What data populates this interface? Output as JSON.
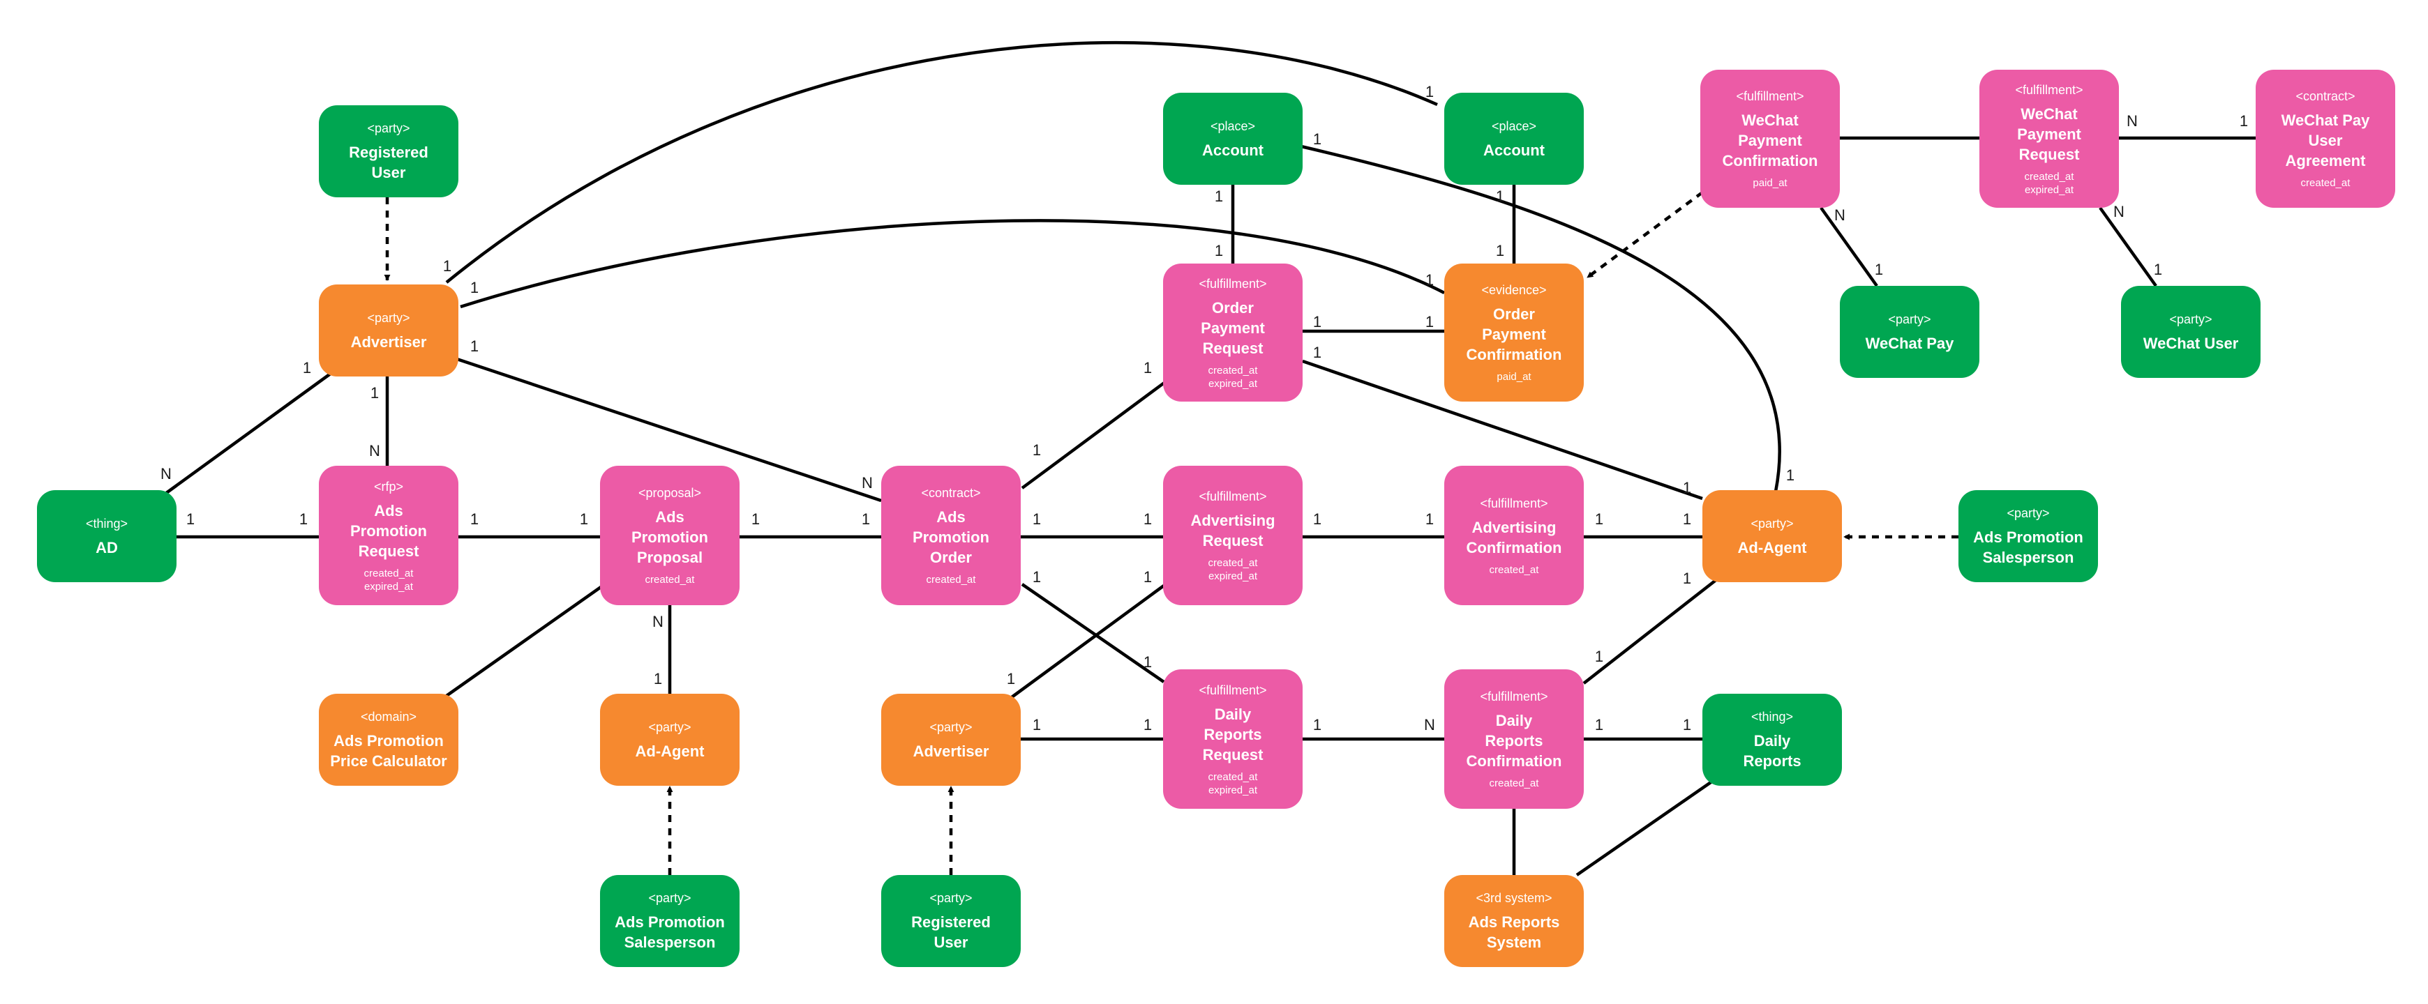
{
  "colors": {
    "green": "#00a651",
    "orange": "#f6892f",
    "pink": "#ec5ba6",
    "line": "#000000"
  },
  "nodes": {
    "registered_user_top": {
      "color": "green",
      "tag": "<party>",
      "title": "Registered\nUser",
      "attrs": ""
    },
    "advertiser_top": {
      "color": "orange",
      "tag": "<party>",
      "title": "Advertiser",
      "attrs": ""
    },
    "ad": {
      "color": "green",
      "tag": "<thing>",
      "title": "AD",
      "attrs": ""
    },
    "ads_promotion_request": {
      "color": "pink",
      "tag": "<rfp>",
      "title": "Ads\nPromotion\nRequest",
      "attrs": "created_at\nexpired_at"
    },
    "ads_promotion_proposal": {
      "color": "pink",
      "tag": "<proposal>",
      "title": "Ads\nPromotion\nProposal",
      "attrs": "created_at"
    },
    "ads_promotion_order": {
      "color": "pink",
      "tag": "<contract>",
      "title": "Ads\nPromotion\nOrder",
      "attrs": "created_at"
    },
    "price_calculator": {
      "color": "orange",
      "tag": "<domain>",
      "title": "Ads Promotion\nPrice Calculator",
      "attrs": ""
    },
    "ad_agent_bottom": {
      "color": "orange",
      "tag": "<party>",
      "title": "Ad-Agent",
      "attrs": ""
    },
    "salesperson_bottom": {
      "color": "green",
      "tag": "<party>",
      "title": "Ads Promotion\nSalesperson",
      "attrs": ""
    },
    "advertiser_bottom": {
      "color": "orange",
      "tag": "<party>",
      "title": "Advertiser",
      "attrs": ""
    },
    "registered_user_bottom": {
      "color": "green",
      "tag": "<party>",
      "title": "Registered\nUser",
      "attrs": ""
    },
    "account_left": {
      "color": "green",
      "tag": "<place>",
      "title": "Account",
      "attrs": ""
    },
    "account_right": {
      "color": "green",
      "tag": "<place>",
      "title": "Account",
      "attrs": ""
    },
    "order_payment_request": {
      "color": "pink",
      "tag": "<fulfillment>",
      "title": "Order\nPayment\nRequest",
      "attrs": "created_at\nexpired_at"
    },
    "order_payment_confirmation": {
      "color": "orange",
      "tag": "<evidence>",
      "title": "Order\nPayment\nConfirmation",
      "attrs": "paid_at"
    },
    "advertising_request": {
      "color": "pink",
      "tag": "<fulfillment>",
      "title": "Advertising\nRequest",
      "attrs": "created_at\nexpired_at"
    },
    "advertising_confirmation": {
      "color": "pink",
      "tag": "<fulfillment>",
      "title": "Advertising\nConfirmation",
      "attrs": "created_at"
    },
    "daily_reports_request": {
      "color": "pink",
      "tag": "<fulfillment>",
      "title": "Daily\nReports\nRequest",
      "attrs": "created_at\nexpired_at"
    },
    "daily_reports_confirmation": {
      "color": "pink",
      "tag": "<fulfillment>",
      "title": "Daily\nReports\nConfirmation",
      "attrs": "created_at"
    },
    "ads_reports_system": {
      "color": "orange",
      "tag": "<3rd system>",
      "title": "Ads Reports\nSystem",
      "attrs": ""
    },
    "daily_reports": {
      "color": "green",
      "tag": "<thing>",
      "title": "Daily\nReports",
      "attrs": ""
    },
    "ad_agent_right": {
      "color": "orange",
      "tag": "<party>",
      "title": "Ad-Agent",
      "attrs": ""
    },
    "salesperson_right": {
      "color": "green",
      "tag": "<party>",
      "title": "Ads Promotion\nSalesperson",
      "attrs": ""
    },
    "wechat_payment_confirmation": {
      "color": "pink",
      "tag": "<fulfillment>",
      "title": "WeChat\nPayment\nConfirmation",
      "attrs": "paid_at"
    },
    "wechat_payment_request": {
      "color": "pink",
      "tag": "<fulfillment>",
      "title": "WeChat\nPayment\nRequest",
      "attrs": "created_at\nexpired_at"
    },
    "wechat_pay_user_agreement": {
      "color": "pink",
      "tag": "<contract>",
      "title": "WeChat Pay\nUser\nAgreement",
      "attrs": "created_at"
    },
    "wechat_pay": {
      "color": "green",
      "tag": "<party>",
      "title": "WeChat Pay",
      "attrs": ""
    },
    "wechat_user": {
      "color": "green",
      "tag": "<party>",
      "title": "WeChat User",
      "attrs": ""
    }
  },
  "multiplicities": {
    "m01": "1",
    "m02": "1",
    "m03": "1",
    "m04": "1",
    "m05": "1",
    "m06": "1",
    "m07": "1",
    "m08": "N",
    "m09": "1",
    "m10": "N",
    "m11": "1",
    "m12": "1",
    "m13": "1",
    "m14": "1",
    "m15": "1",
    "m16": "N",
    "m17": "1",
    "m18": "1",
    "m19": "1",
    "m20": "1",
    "m21": "N",
    "m22": "1",
    "m23": "1",
    "m24": "1",
    "m25": "1",
    "m26": "1",
    "m27": "1",
    "m28": "1",
    "m29": "1",
    "m30": "1",
    "m31": "1",
    "m32": "1",
    "m33": "1",
    "m34": "1",
    "m35": "1",
    "m36": "1",
    "m37": "1",
    "m38": "1",
    "m39": "1",
    "m40": "N",
    "m41": "1",
    "m42": "1",
    "m43": "1",
    "m44": "1",
    "m45": "1",
    "m46": "1",
    "m47": "1",
    "m48": "1",
    "m49": "N",
    "m50": "1",
    "m51": "N",
    "m52": "1",
    "m53": "N",
    "m54": "1"
  }
}
